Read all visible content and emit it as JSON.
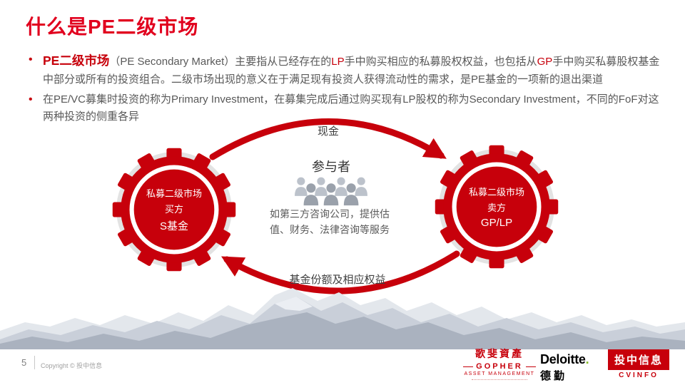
{
  "slide": {
    "title": "什么是PE二级市场",
    "footer": {
      "page_number": "5",
      "copyright": "Copyright © 投中信息"
    }
  },
  "bullets": {
    "b1": {
      "lead": "PE二级市场",
      "seg1": "（PE Secondary Market）主要指从已经存在的",
      "lp": "LP",
      "seg2": "手中购买相应的私募股权权益，也包括从",
      "gp": "GP",
      "seg3": "手中购买私募股权基金中部分或所有的投资组合。二级市场出现的意义在于满足现有投资人获得流动性的需求，是PE基金的一项新的退出渠道"
    },
    "b2": "在PE/VC募集时投资的称为Primary Investment，在募集完成后通过购买现有LP股权的称为Secondary Investment，不同的FoF对这两种投资的侧重各异"
  },
  "diagram": {
    "cash_label": "现金",
    "participants_title": "参与者",
    "participants_desc": "如第三方咨询公司，提供估值、财务、法律咨询等服务",
    "bottom_label": "基金份额及相应权益",
    "left_gear": {
      "line1": "私募二级市场",
      "line2": "买方",
      "line3": "S基金"
    },
    "right_gear": {
      "line1": "私募二级市场",
      "line2": "卖方",
      "line3": "GP/LP"
    }
  },
  "logos": {
    "gopher": {
      "cn": "歌斐資產",
      "en": "GOPHER",
      "sub": "ASSET MANAGEMENT"
    },
    "deloitte": {
      "en": "Deloitte",
      "dot": ".",
      "cn": "德勤"
    },
    "cvinfo": {
      "cn": "投中信息",
      "en": "CVINFO"
    }
  },
  "colors": {
    "accent_red": "#c7000b",
    "title_red": "#e1001e",
    "body_gray": "#595959",
    "deloitte_green": "#86bc25",
    "mountain_gray": "#aab2bf"
  }
}
